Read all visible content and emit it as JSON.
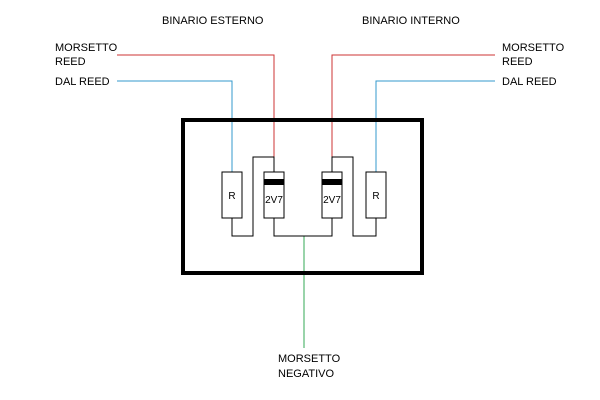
{
  "labels": {
    "binario_esterno": "BINARIO ESTERNO",
    "binario_interno": "BINARIO INTERNO",
    "left_morsetto_line1": "MORSETTO",
    "left_morsetto_line2": "REED",
    "left_dal_reed": "DAL REED",
    "right_morsetto_line1": "MORSETTO",
    "right_morsetto_line2": "REED",
    "right_dal_reed": "DAL REED",
    "negativo_line1": "MORSETTO",
    "negativo_line2": "NEGATIVO"
  },
  "components": {
    "resistor_left": "R",
    "zener_left": "2V7",
    "zener_right": "2V7",
    "resistor_right": "R"
  },
  "wire_colors": {
    "reed_terminal": "#cc3333",
    "from_reed": "#3399cc",
    "negative": "#33aa55",
    "circuit": "#000000"
  }
}
